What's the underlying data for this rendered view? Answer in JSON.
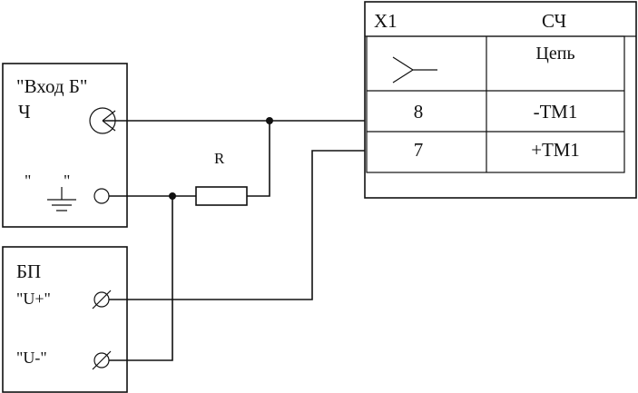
{
  "frequency_meter": {
    "input_label": "\"Вход Б\"",
    "device_label": "Ч",
    "ground_quote_left": "\"",
    "ground_quote_right": "\""
  },
  "resistor": {
    "label": "R"
  },
  "power_supply": {
    "label": "БП",
    "plus_label": "\"U+\"",
    "minus_label": "\"U-\""
  },
  "connector_table": {
    "connector_label": "Х1",
    "device_label": "СЧ",
    "circuit_header": "Цепь",
    "rows": [
      {
        "pin": "8",
        "circuit": "-ТМ1"
      },
      {
        "pin": "7",
        "circuit": "+ТМ1"
      }
    ]
  }
}
